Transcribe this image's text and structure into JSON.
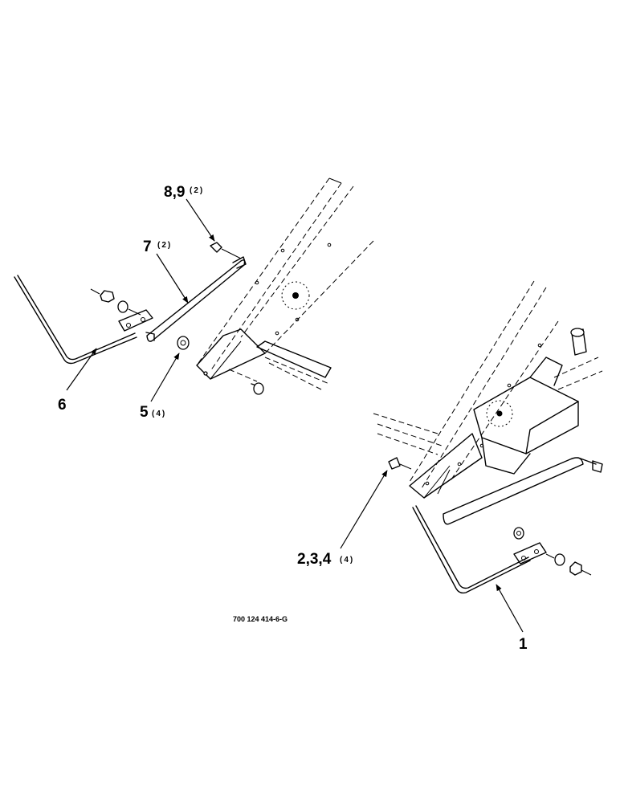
{
  "callouts": {
    "c6": "6",
    "c7": "7",
    "c7_qty": "(2)",
    "c89": "8,9",
    "c89_qty": "(2)",
    "c5": "5",
    "c5_qty": "(4)",
    "c234": "2,3,4",
    "c234_qty": "(4)",
    "c1": "1"
  },
  "reference_number": "700 124 414-6-G"
}
